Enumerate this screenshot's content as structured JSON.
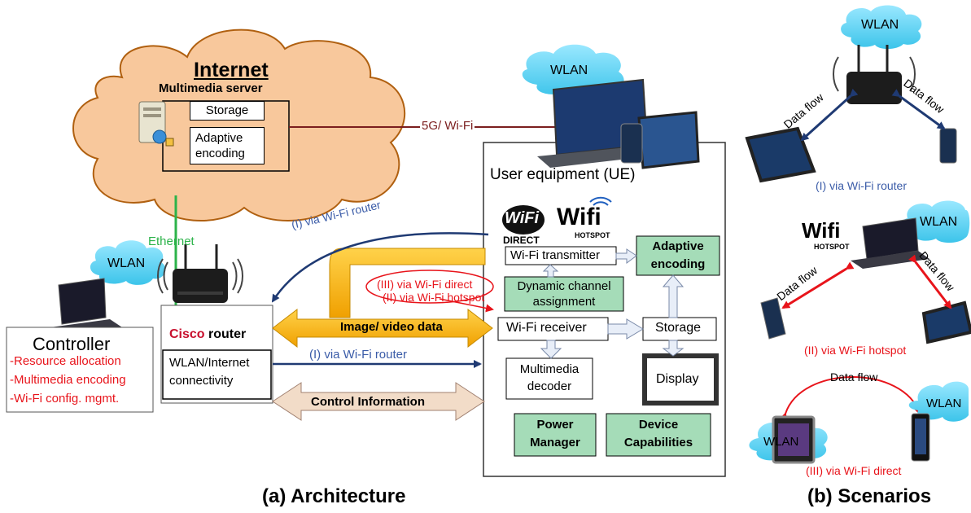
{
  "architecture": {
    "internet": {
      "title": "Internet",
      "server_title": "Multimedia server",
      "storage": "Storage",
      "adaptive_encoding": "Adaptive encoding"
    },
    "link_5g": "5G/ Wi-Fi",
    "ethernet": "Ethernet",
    "wlan": "WLAN",
    "ue_wlan": "WLAN",
    "router": {
      "brand": "Cisco",
      "label": "router",
      "connectivity": "WLAN/Internet connectivity"
    },
    "controller": {
      "title": "Controller",
      "items": [
        "-Resource allocation",
        "-Multimedia encoding",
        "-Wi-Fi config. mgmt."
      ]
    },
    "ue": {
      "title": "User equipment (UE)",
      "wifi_direct_logo": "WiFi",
      "wifi_direct_sub": "DIRECT",
      "wifi_hotspot_logo": "Wifi",
      "wifi_hotspot_sub": "HOTSPOT",
      "transmitter": "Wi-Fi transmitter",
      "adaptive_encoding": "Adaptive encoding",
      "dynamic_channel": "Dynamic channel assignment",
      "receiver": "Wi-Fi receiver",
      "storage": "Storage",
      "decoder": "Multimedia decoder",
      "display": "Display",
      "power_manager": "Power Manager",
      "device_capabilities": "Device Capabilities"
    },
    "links": {
      "via_router_top": "(I) via Wi-Fi router",
      "via_direct": "(III) via Wi-Fi direct",
      "via_hotspot": "(II) via Wi-Fi hotspot",
      "via_router_bottom": "(I) via Wi-Fi router",
      "image_video": "Image/ video data",
      "control_info": "Control Information"
    },
    "caption": "(a) Architecture"
  },
  "scenarios": {
    "s1": {
      "cloud": "WLAN",
      "flow_left": "Data flow",
      "flow_right": "Data flow",
      "caption": "(I) via Wi-Fi router"
    },
    "s2": {
      "cloud": "WLAN",
      "logo": "Wifi",
      "logo_sub": "HOTSPOT",
      "flow_left": "Data flow",
      "flow_right": "Data flow",
      "caption": "(II) via Wi-Fi hotspot"
    },
    "s3": {
      "cloud_left": "WLAN",
      "cloud_right": "WLAN",
      "flow": "Data flow",
      "caption": "(III) via Wi-Fi direct"
    },
    "caption": "(b) Scenarios"
  },
  "colors": {
    "cloud_fill": "#f8c89c",
    "cloud_stroke": "#b06010",
    "green_box": "#a5dcb8",
    "orange_arrow": "#f5b000",
    "control_arrow": "#f2dcc8",
    "navy": "#1f3a73",
    "red": "#e8141b",
    "ethernet": "#2cb34a",
    "link_5g": "#7b1e1e",
    "wlan_cloud": "#6fd8f0"
  }
}
